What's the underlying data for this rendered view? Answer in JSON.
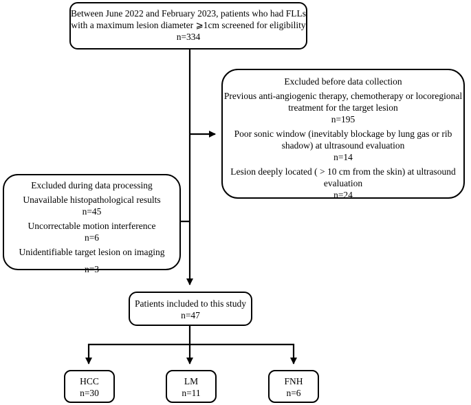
{
  "screened": {
    "line1": "Between June 2022 and February 2023, patients who had FLLs",
    "line2": "with a maximum lesion diameter ⩾1cm screened for eligibility",
    "count": "n=334"
  },
  "excluded_before": {
    "title": "Excluded before data collection",
    "reasons": [
      {
        "line1": "Previous anti-angiogenic therapy, chemotherapy or locoregional",
        "line2": "treatment for the target lesion",
        "count": "n=195"
      },
      {
        "line1": "Poor sonic window (inevitably blockage by lung gas or rib",
        "line2": "shadow) at ultrasound evaluation",
        "count": "n=14"
      },
      {
        "line1": "Lesion deeply located ( > 10 cm from the skin) at ultrasound",
        "line2": "evaluation",
        "count": "n=24"
      }
    ]
  },
  "excluded_processing": {
    "title": "Excluded during data processing",
    "reasons": [
      {
        "label": "Unavailable histopathological results",
        "count": "n=45"
      },
      {
        "label": "Uncorrectable motion interference",
        "count": "n=6"
      },
      {
        "label": "Unidentifiable target lesion on imaging",
        "count": "n=3"
      }
    ]
  },
  "included": {
    "label": "Patients included to this study",
    "count": "n=47"
  },
  "groups": [
    {
      "label": "HCC",
      "count": "n=30"
    },
    {
      "label": "LM",
      "count": "n=11"
    },
    {
      "label": "FNH",
      "count": "n=6"
    }
  ]
}
